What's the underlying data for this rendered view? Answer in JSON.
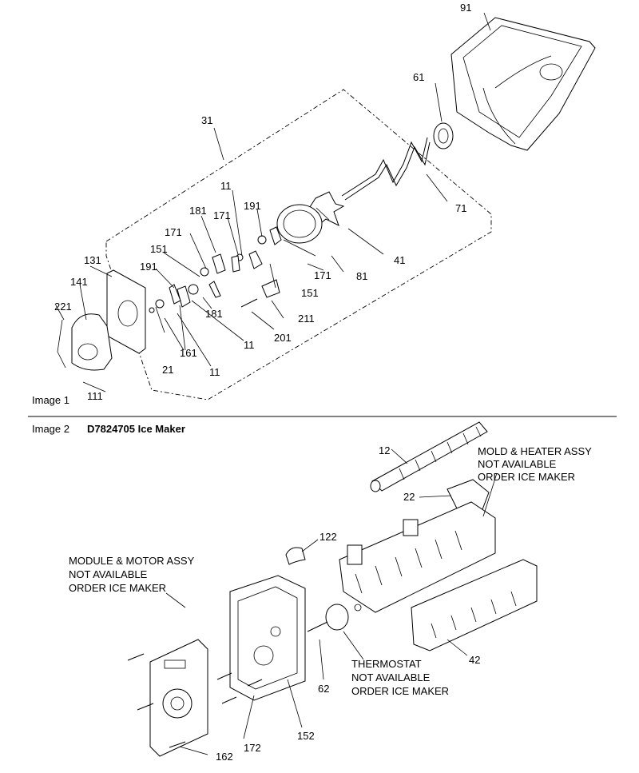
{
  "image1": {
    "caption": "Image 1",
    "callouts": [
      "91",
      "61",
      "31",
      "71",
      "11",
      "191",
      "181",
      "41",
      "171",
      "131",
      "151",
      "171",
      "81",
      "141",
      "171",
      "151",
      "221",
      "211",
      "191",
      "181",
      "201",
      "11",
      "161",
      "21",
      "11",
      "111"
    ]
  },
  "image2": {
    "caption": "Image 2",
    "title": "D7824705 Ice Maker",
    "callouts": [
      "12",
      "22",
      "122",
      "42",
      "62",
      "152",
      "172",
      "162"
    ],
    "notes": {
      "mold": [
        "MOLD & HEATER ASSY",
        "NOT AVAILABLE",
        "ORDER ICE MAKER"
      ],
      "module": [
        "MODULE & MOTOR ASSY",
        "NOT AVAILABLE",
        "ORDER ICE MAKER"
      ],
      "thermostat": [
        "THERMOSTAT",
        "NOT AVAILABLE",
        "ORDER ICE MAKER"
      ]
    }
  }
}
